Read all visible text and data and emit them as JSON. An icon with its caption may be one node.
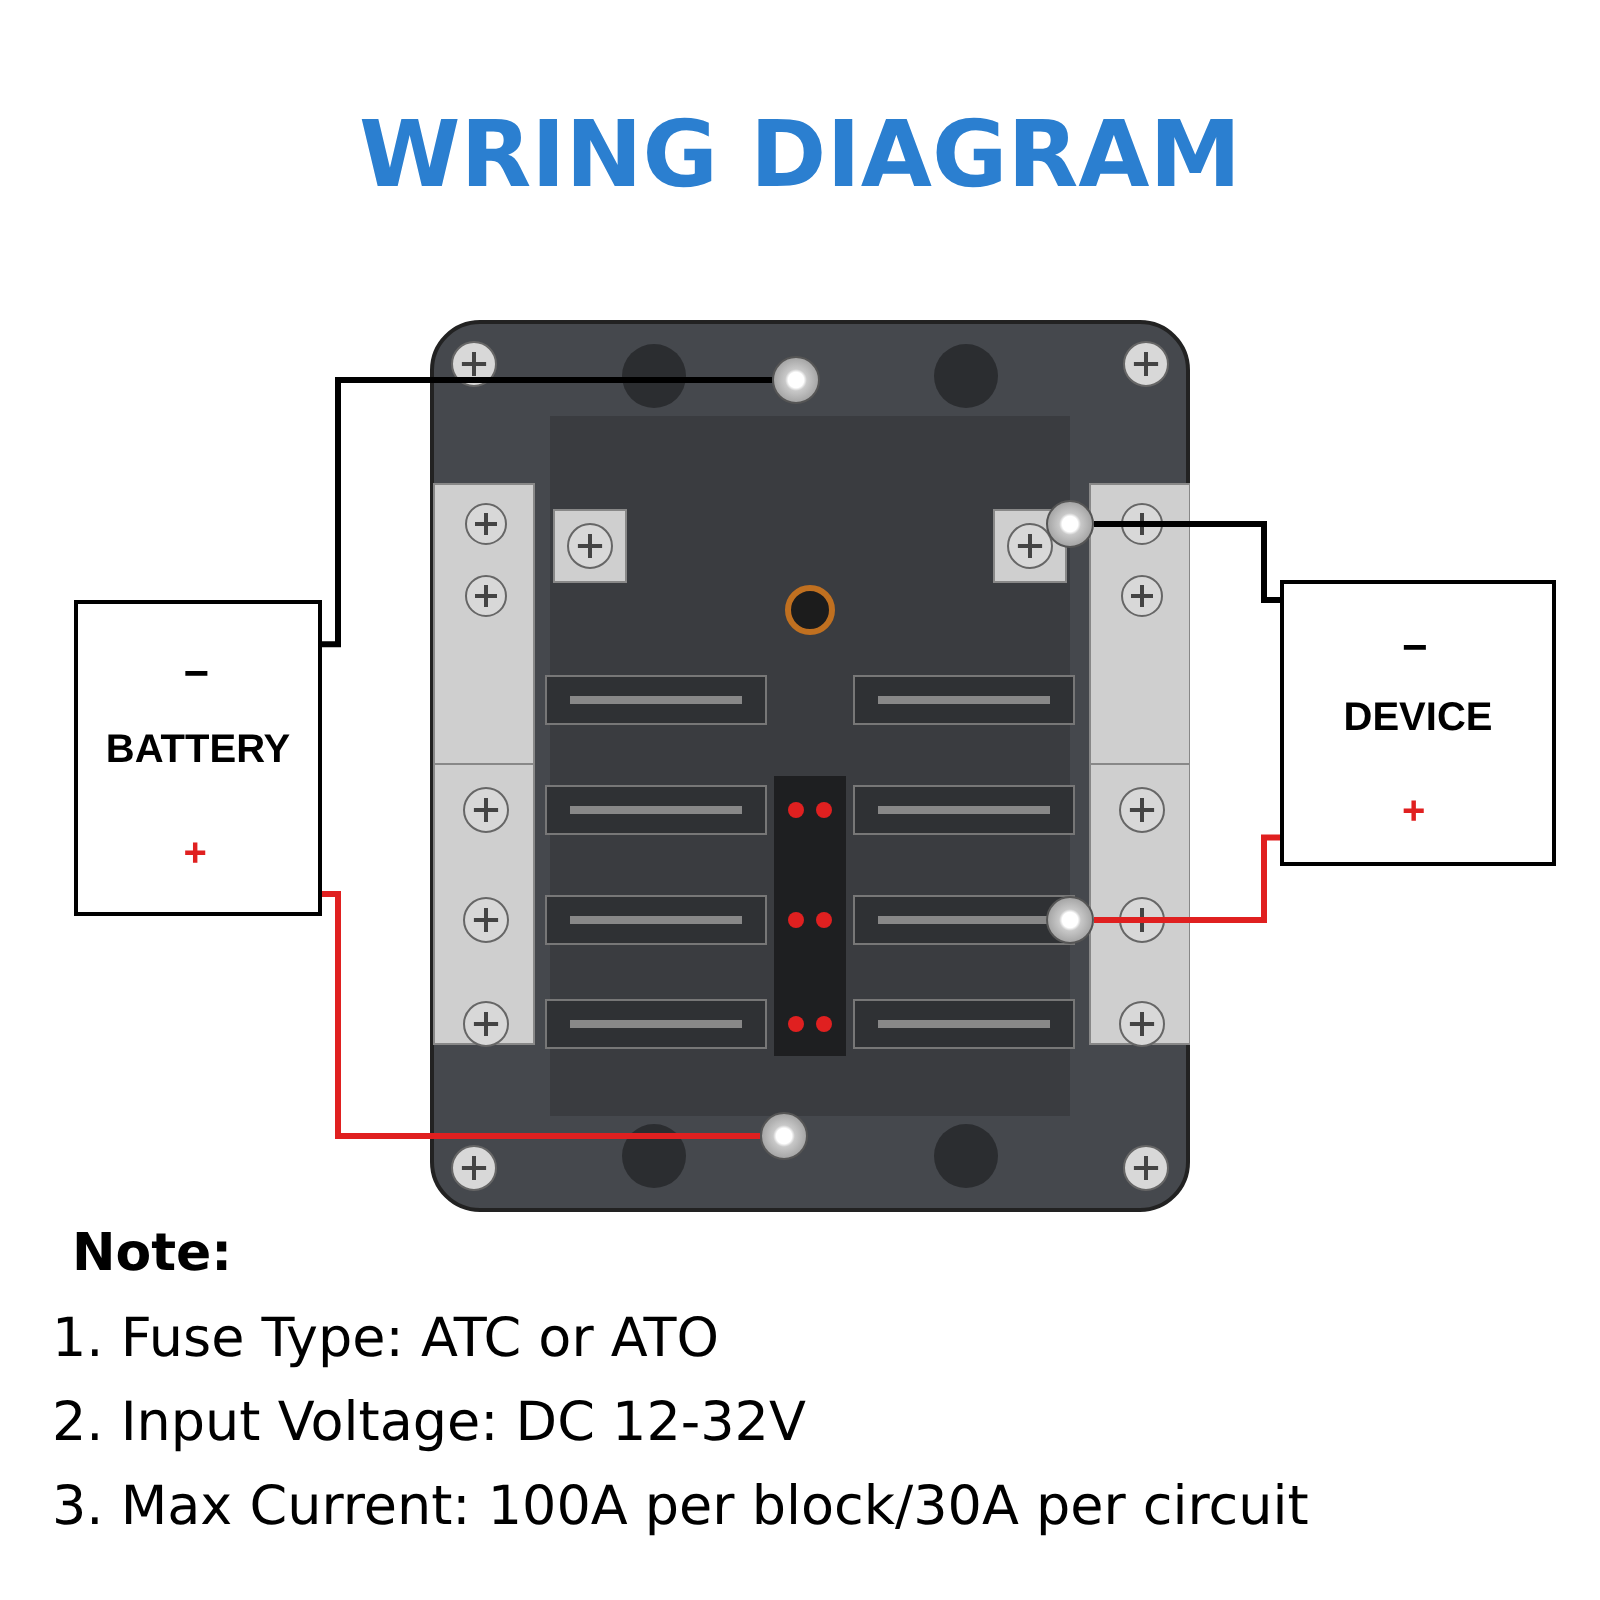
{
  "diagram": {
    "title": "WRING DIAGRAM",
    "nodes": [
      {
        "text": [
          "−",
          "BATTERY",
          "+"
        ]
      },
      {
        "text": [
          "−",
          "DEVICE",
          "+"
        ]
      },
      {
        "text": [],
        "shape": "picture"
      },
      {
        "text": [],
        "shape": "circle",
        "in": 2
      },
      {
        "text": [],
        "shape": "circle",
        "in": 2
      },
      {
        "text": [],
        "shape": "circle",
        "in": 2
      },
      {
        "text": [],
        "shape": "circle",
        "in": 2
      }
    ],
    "edges": [
      {
        "from": 0,
        "to": 3,
        "arrow": "none",
        "color": "#000000"
      },
      {
        "from": 1,
        "to": 4,
        "arrow": "none",
        "color": "#000000"
      },
      {
        "from": 0,
        "to": 6,
        "arrow": "none",
        "color": "#e02020"
      },
      {
        "from": 1,
        "to": 5,
        "arrow": "none",
        "color": "#e02020"
      }
    ],
    "labels": [
      "Note:",
      "1. Fuse Type: ATC or ATO",
      "2. Input Voltage: DC 12-32V",
      "3. Max Current: 100A per block/30A per circuit"
    ]
  }
}
